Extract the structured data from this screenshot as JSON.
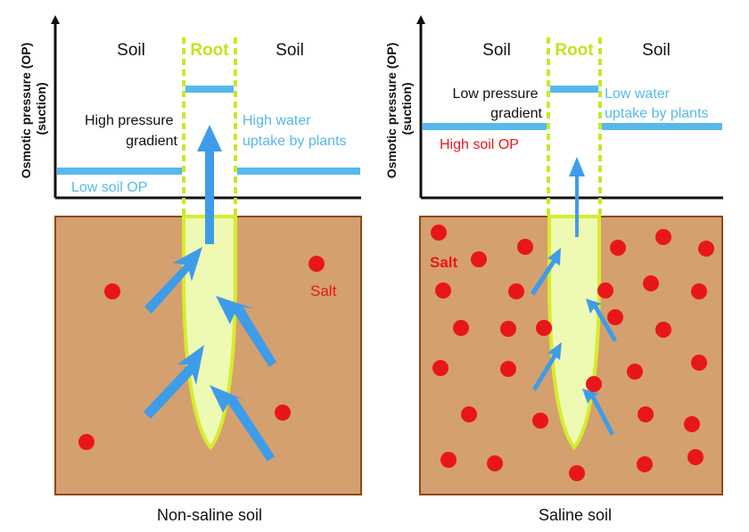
{
  "colors": {
    "soil_fill": "#d4a06f",
    "soil_border": "#8b4a14",
    "root_fill": "#eefab4",
    "root_edge": "#d6ec2e",
    "water_blue": "#3f9ce8",
    "level_blue": "#58b8ec",
    "salt_red": "#e8161b",
    "text_black": "#111111"
  },
  "icons": {
    "water_flow": "arrow-icon",
    "salt": "salt-particle"
  },
  "left_panel": {
    "y_axis_label_line1": "Osmotic pressure (OP)",
    "y_axis_label_line2": "(suction)",
    "soil_left": "Soil",
    "root": "Root",
    "soil_right": "Soil",
    "gradient_line1": "High pressure",
    "gradient_line2": "gradient",
    "uptake_line1": "High water",
    "uptake_line2": "uptake by plants",
    "soil_op": "Low soil OP",
    "salt_label": "Salt",
    "caption": "Non-saline soil"
  },
  "right_panel": {
    "y_axis_label_line1": "Osmotic pressure (OP)",
    "y_axis_label_line2": "(suction)",
    "soil_left": "Soil",
    "root": "Root",
    "soil_right": "Soil",
    "gradient_line1": "Low pressure",
    "gradient_line2": "gradient",
    "uptake_line1": "Low water",
    "uptake_line2": "uptake by plants",
    "soil_op": "High soil OP",
    "salt_label": "Salt",
    "caption": "Saline soil"
  }
}
